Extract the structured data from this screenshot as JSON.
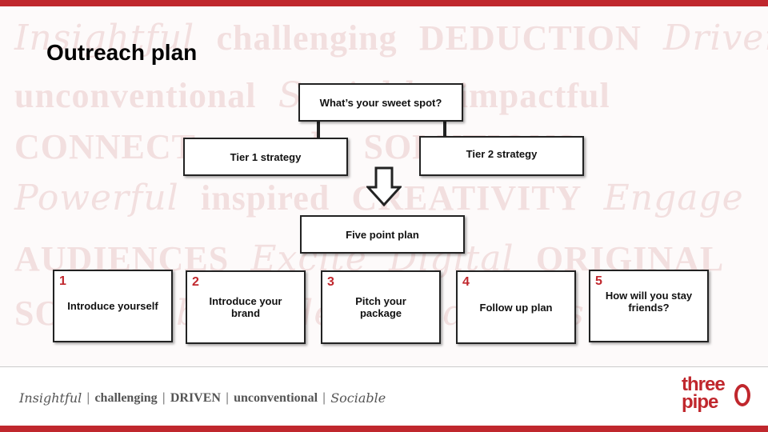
{
  "colors": {
    "accent": "#c0272d",
    "box_border": "#222222",
    "watermark": "#f2dfdf"
  },
  "background_words": [
    [
      "Insightful",
      "challenging",
      "DEDUCTION",
      "Driven"
    ],
    [
      "unconventional",
      "Sociable",
      "impactful"
    ],
    [
      "CONNECT",
      "people",
      "SOLUTIONS"
    ],
    [
      "Powerful",
      "inspired",
      "CREATIVITY",
      "Engage"
    ],
    [
      "AUDIENCES",
      "Excite",
      "Digital",
      "ORIGINAL"
    ],
    [
      "SOCIAL",
      "bold",
      "ideas",
      "audiences"
    ]
  ],
  "title": "Outreach plan",
  "sweet_spot": "What’s your sweet spot?",
  "tier1": "Tier 1 strategy",
  "tier2": "Tier 2 strategy",
  "arrow_icon": "down-arrow-icon",
  "five_point": "Five point plan",
  "steps": [
    {
      "num": "1",
      "label": "Introduce yourself"
    },
    {
      "num": "2",
      "label": "Introduce your brand"
    },
    {
      "num": "3",
      "label": "Pitch your package"
    },
    {
      "num": "4",
      "label": "Follow up plan"
    },
    {
      "num": "5",
      "label": "How will you stay friends?"
    }
  ],
  "footer": {
    "insightful": "Insightful",
    "challenging": "challenging",
    "driven": "DRIVEN",
    "unconventional": "unconventional",
    "sociable": "Sociable"
  },
  "logo": {
    "line1": "three",
    "line2": "pipe"
  }
}
